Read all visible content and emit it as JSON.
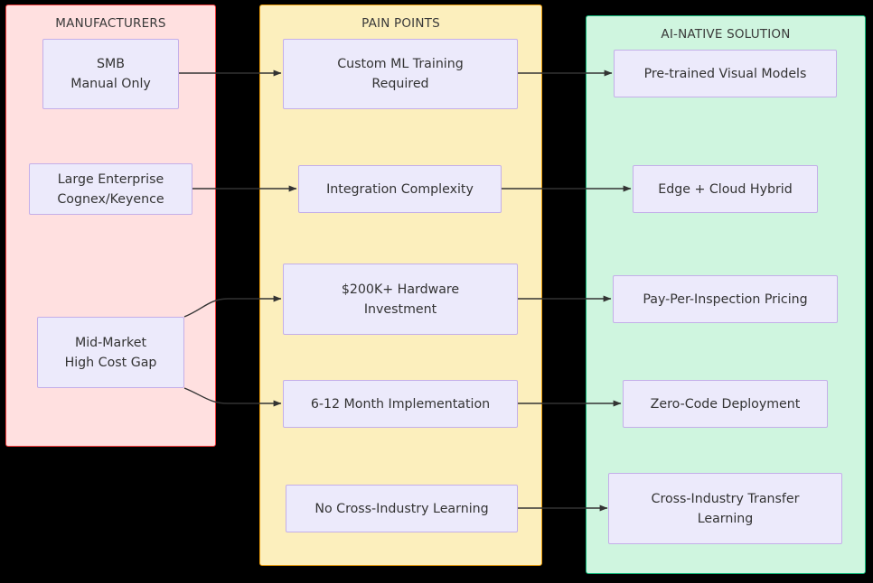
{
  "diagram": {
    "type": "flowchart",
    "direction": "left-to-right",
    "background": "#000000",
    "node_fill": "#ECEAFB",
    "node_border": "#C4AFE9",
    "edge_color": "#333333"
  },
  "clusters": [
    {
      "id": "manufacturers",
      "title": "MANUFACTURERS",
      "fill": "#FFE0E0",
      "border": "#F23B3B"
    },
    {
      "id": "painpoints",
      "title": "PAIN POINTS",
      "fill": "#FCEFBD",
      "border": "#EF9F0B"
    },
    {
      "id": "solution",
      "title": "AI-NATIVE SOLUTION",
      "fill": "#CFF5DF",
      "border": "#12B87A"
    }
  ],
  "nodes": {
    "manufacturers": [
      {
        "id": "smb",
        "label": "SMB\nManual Only"
      },
      {
        "id": "enterprise",
        "label": "Large Enterprise\nCognex/Keyence"
      },
      {
        "id": "midmarket",
        "label": "Mid-Market\nHigh Cost Gap"
      }
    ],
    "painpoints": [
      {
        "id": "ml-training",
        "label": "Custom ML Training\nRequired"
      },
      {
        "id": "integration",
        "label": "Integration Complexity"
      },
      {
        "id": "hardware",
        "label": "$200K+ Hardware\nInvestment"
      },
      {
        "id": "timeline",
        "label": "6-12 Month Implementation"
      },
      {
        "id": "no-transfer",
        "label": "No Cross-Industry Learning"
      }
    ],
    "solution": [
      {
        "id": "pretrained",
        "label": "Pre-trained Visual Models"
      },
      {
        "id": "edge-cloud",
        "label": "Edge + Cloud Hybrid"
      },
      {
        "id": "pricing",
        "label": "Pay-Per-Inspection Pricing"
      },
      {
        "id": "zero-code",
        "label": "Zero-Code Deployment"
      },
      {
        "id": "transfer",
        "label": "Cross-Industry Transfer\nLearning"
      }
    ]
  },
  "edges": [
    {
      "from": "smb",
      "to": "ml-training"
    },
    {
      "from": "enterprise",
      "to": "integration"
    },
    {
      "from": "midmarket",
      "to": "hardware"
    },
    {
      "from": "midmarket",
      "to": "timeline"
    },
    {
      "from": "ml-training",
      "to": "pretrained"
    },
    {
      "from": "integration",
      "to": "edge-cloud"
    },
    {
      "from": "hardware",
      "to": "pricing"
    },
    {
      "from": "timeline",
      "to": "zero-code"
    },
    {
      "from": "no-transfer",
      "to": "transfer"
    }
  ]
}
